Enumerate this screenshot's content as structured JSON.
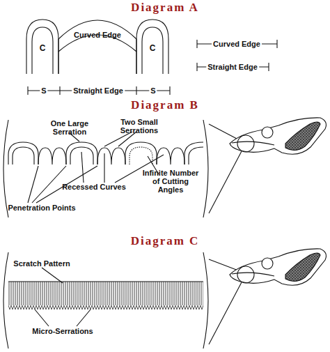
{
  "diagram": {
    "labels": [
      "Diagram A",
      "C",
      "Curved Edge",
      "C",
      "S",
      "Straight Edge",
      "S",
      "Curved Edge",
      "Straight Edge",
      "Diagram B",
      "One Large Serration",
      "Two Small Serrations",
      "Recessed Curves",
      "Infinite Number of Cutting Angles",
      "Penetration Points",
      "Diagram C",
      "Scratch Pattern",
      "Micro-Serrations"
    ]
  }
}
